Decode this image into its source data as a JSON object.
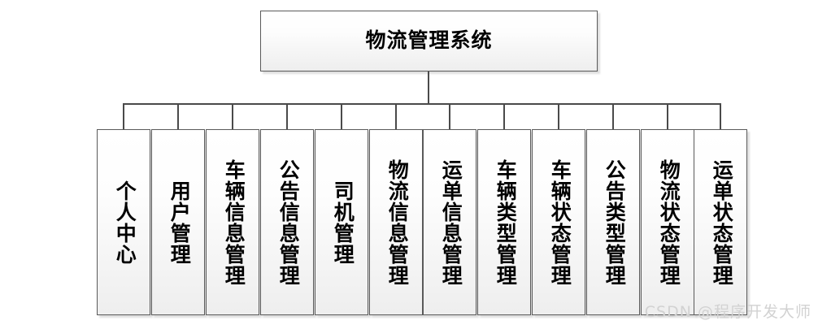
{
  "diagram": {
    "type": "org-chart",
    "title": "物流管理系统",
    "root": {
      "label": "物流管理系统"
    },
    "children": [
      {
        "label": "个人中心"
      },
      {
        "label": "用户管理"
      },
      {
        "label": "车辆信息管理"
      },
      {
        "label": "公告信息管理"
      },
      {
        "label": "司机管理"
      },
      {
        "label": "物流信息管理"
      },
      {
        "label": "运单信息管理"
      },
      {
        "label": "车辆类型管理"
      },
      {
        "label": "车辆状态管理"
      },
      {
        "label": "公告类型管理"
      },
      {
        "label": "物流状态管理"
      },
      {
        "label": "运单状态管理"
      }
    ],
    "colors": {
      "node_border": "#5a5a5a",
      "node_fill_top": "#ffffff",
      "node_fill_bottom": "#eeeeee",
      "connector": "#4a4a4a",
      "text": "#000000",
      "background": "#ffffff",
      "watermark": "#d2d2d2"
    }
  },
  "watermark": {
    "text": "CSDN @程序开发大师"
  }
}
